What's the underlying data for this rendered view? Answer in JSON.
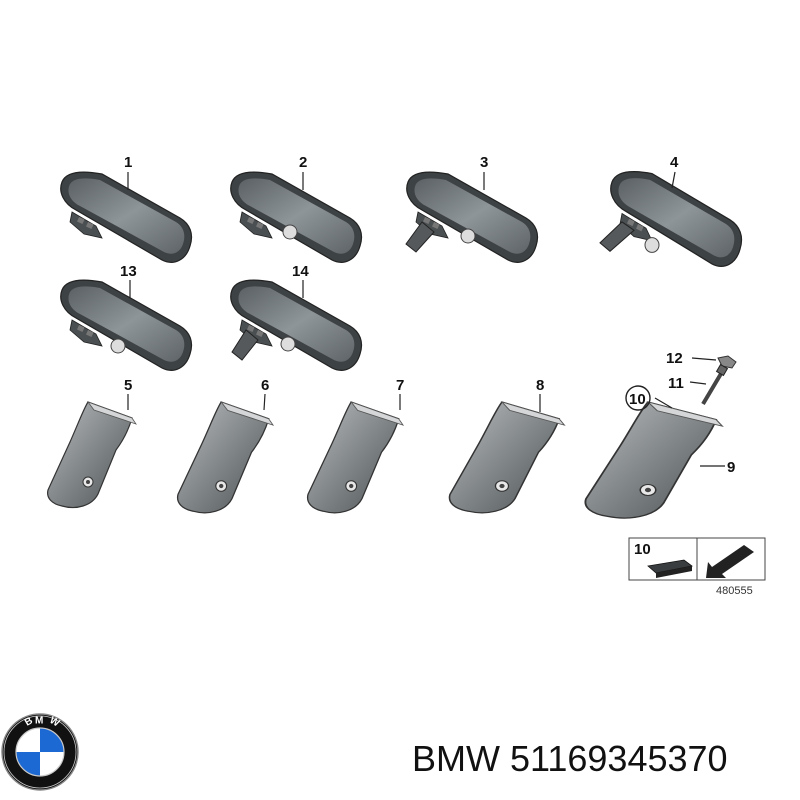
{
  "diagram": {
    "part_labels": {
      "p1": "1",
      "p2": "2",
      "p3": "3",
      "p4": "4",
      "p13": "13",
      "p14": "14",
      "p5": "5",
      "p6": "6",
      "p7": "7",
      "p8": "8",
      "p9": "9",
      "p10": "10",
      "p11": "11",
      "p12": "12"
    },
    "legend_label": "10",
    "reference_number": "480555"
  },
  "brand": {
    "logo_letters": "BMW",
    "name": "BMW",
    "part_number": "51169345370",
    "colors": {
      "blue": "#1c69d4",
      "black": "#111111",
      "white": "#ffffff"
    }
  },
  "icons": [
    "mirror",
    "mirror-cover",
    "clip",
    "screw",
    "adhesive-pad",
    "arrow",
    "bmw-logo"
  ]
}
